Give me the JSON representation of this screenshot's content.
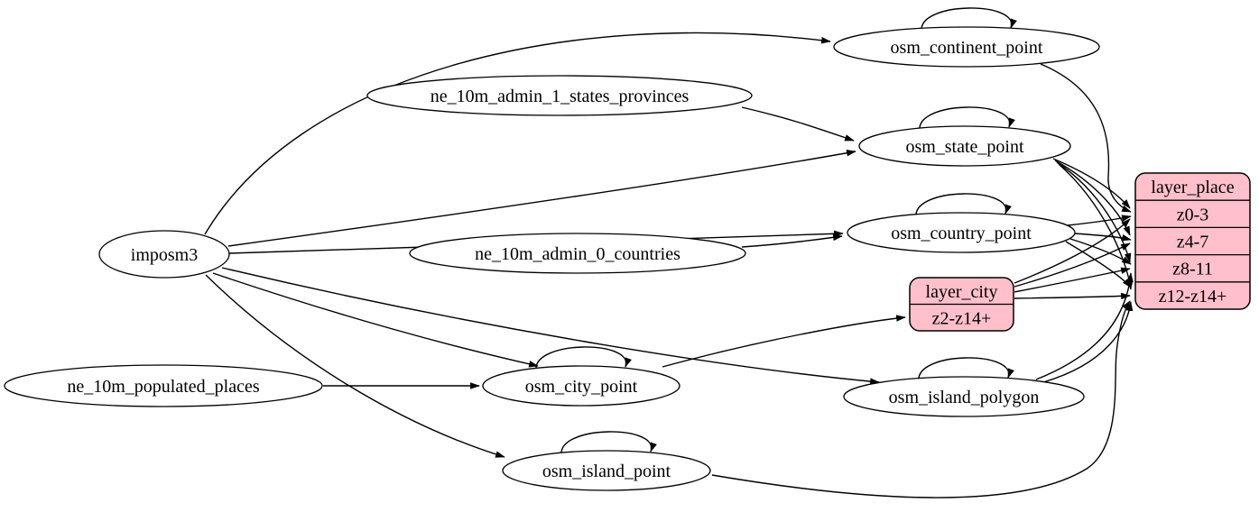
{
  "diagram": {
    "type": "graphviz-etl-flow",
    "colors": {
      "background": "#ffffff",
      "node_fill": "#ffffff",
      "record_fill": "#ffc0cb",
      "stroke": "#000000",
      "text": "#000000"
    },
    "nodes": [
      {
        "id": "imposm3",
        "label": "imposm3",
        "type": "ellipse",
        "self_loop": false
      },
      {
        "id": "ne_10m_admin_1_states_provinces",
        "label": "ne_10m_admin_1_states_provinces",
        "type": "ellipse",
        "self_loop": false
      },
      {
        "id": "ne_10m_admin_0_countries",
        "label": "ne_10m_admin_0_countries",
        "type": "ellipse",
        "self_loop": false
      },
      {
        "id": "ne_10m_populated_places",
        "label": "ne_10m_populated_places",
        "type": "ellipse",
        "self_loop": false
      },
      {
        "id": "osm_continent_point",
        "label": "osm_continent_point",
        "type": "ellipse",
        "self_loop": true
      },
      {
        "id": "osm_state_point",
        "label": "osm_state_point",
        "type": "ellipse",
        "self_loop": true
      },
      {
        "id": "osm_country_point",
        "label": "osm_country_point",
        "type": "ellipse",
        "self_loop": true
      },
      {
        "id": "osm_city_point",
        "label": "osm_city_point",
        "type": "ellipse",
        "self_loop": true
      },
      {
        "id": "osm_island_polygon",
        "label": "osm_island_polygon",
        "type": "ellipse",
        "self_loop": true
      },
      {
        "id": "osm_island_point",
        "label": "osm_island_point",
        "type": "ellipse",
        "self_loop": true
      },
      {
        "id": "layer_city",
        "label": "layer_city",
        "type": "record",
        "rows": [
          "z2-z14+"
        ]
      },
      {
        "id": "layer_place",
        "label": "layer_place",
        "type": "record",
        "rows": [
          "z0-3",
          "z4-7",
          "z8-11",
          "z12-z14+"
        ]
      }
    ],
    "edges": [
      {
        "from": "imposm3",
        "to": "osm_continent_point"
      },
      {
        "from": "imposm3",
        "to": "osm_state_point"
      },
      {
        "from": "imposm3",
        "to": "osm_country_point"
      },
      {
        "from": "imposm3",
        "to": "osm_city_point"
      },
      {
        "from": "imposm3",
        "to": "osm_island_polygon"
      },
      {
        "from": "imposm3",
        "to": "osm_island_point"
      },
      {
        "from": "ne_10m_admin_1_states_provinces",
        "to": "osm_state_point"
      },
      {
        "from": "ne_10m_admin_0_countries",
        "to": "osm_country_point"
      },
      {
        "from": "ne_10m_populated_places",
        "to": "osm_city_point"
      },
      {
        "from": "osm_continent_point",
        "to": "osm_continent_point"
      },
      {
        "from": "osm_state_point",
        "to": "osm_state_point"
      },
      {
        "from": "osm_country_point",
        "to": "osm_country_point"
      },
      {
        "from": "osm_city_point",
        "to": "osm_city_point"
      },
      {
        "from": "osm_island_polygon",
        "to": "osm_island_polygon"
      },
      {
        "from": "osm_island_point",
        "to": "osm_island_point"
      },
      {
        "from": "osm_continent_point",
        "to": "layer_place",
        "to_row": "z0-3"
      },
      {
        "from": "osm_state_point",
        "to": "layer_place",
        "to_row": "z0-3"
      },
      {
        "from": "osm_state_point",
        "to": "layer_place",
        "to_row": "z4-7"
      },
      {
        "from": "osm_state_point",
        "to": "layer_place",
        "to_row": "z8-11"
      },
      {
        "from": "osm_state_point",
        "to": "layer_place",
        "to_row": "z12-z14+"
      },
      {
        "from": "osm_country_point",
        "to": "layer_place",
        "to_row": "z0-3"
      },
      {
        "from": "osm_country_point",
        "to": "layer_place",
        "to_row": "z4-7"
      },
      {
        "from": "osm_country_point",
        "to": "layer_place",
        "to_row": "z8-11"
      },
      {
        "from": "osm_country_point",
        "to": "layer_place",
        "to_row": "z12-z14+"
      },
      {
        "from": "osm_city_point",
        "to": "layer_city",
        "to_row": "z2-z14+"
      },
      {
        "from": "layer_city",
        "to": "layer_place",
        "to_row": "z0-3"
      },
      {
        "from": "layer_city",
        "to": "layer_place",
        "to_row": "z4-7"
      },
      {
        "from": "layer_city",
        "to": "layer_place",
        "to_row": "z8-11"
      },
      {
        "from": "layer_city",
        "to": "layer_place",
        "to_row": "z12-z14+"
      },
      {
        "from": "osm_island_polygon",
        "to": "layer_place",
        "to_row": "z8-11"
      },
      {
        "from": "osm_island_polygon",
        "to": "layer_place",
        "to_row": "z12-z14+"
      },
      {
        "from": "osm_island_point",
        "to": "layer_place",
        "to_row": "z12-z14+"
      }
    ]
  }
}
